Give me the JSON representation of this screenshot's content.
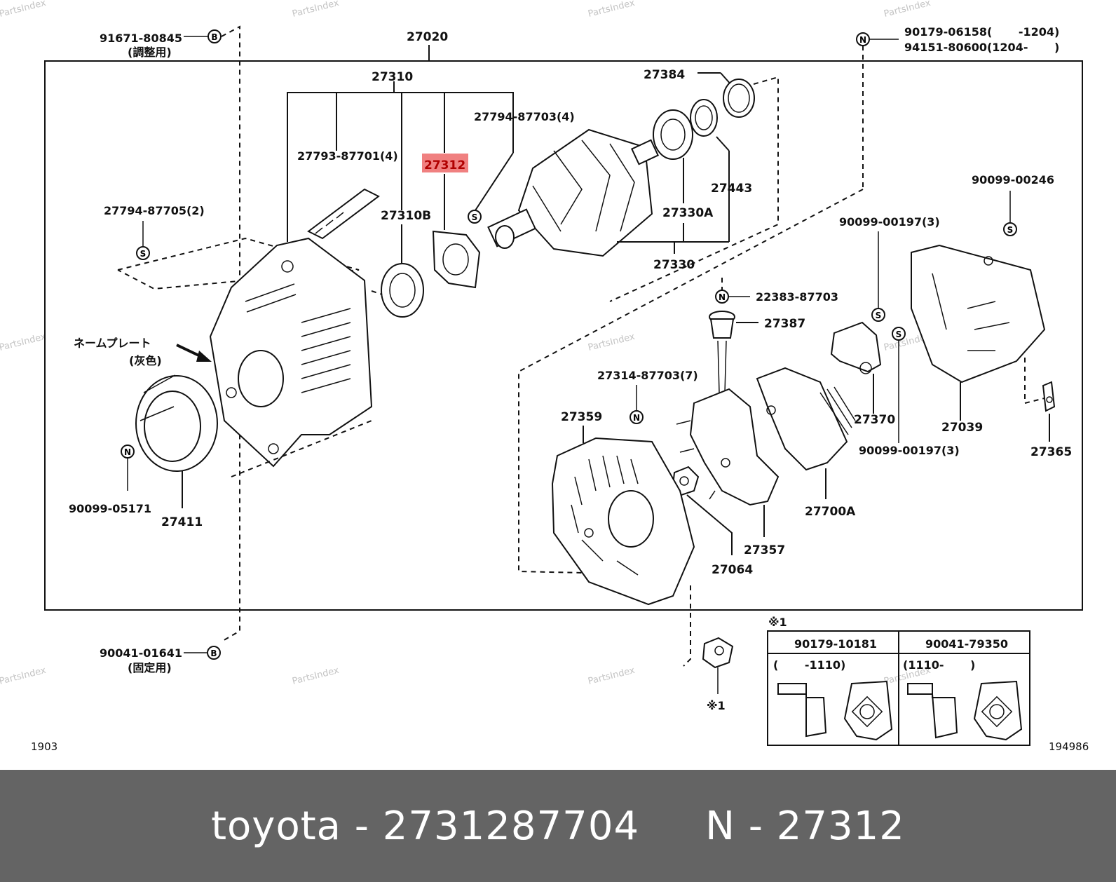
{
  "diagram": {
    "labels": {
      "p_91671": "91671-80845",
      "p_91671_note": "(調整用)",
      "p_27020": "27020",
      "p_27310": "27310",
      "p_27384": "27384",
      "p_90179a": "90179-06158(　　 -1204)",
      "p_94151": "94151-80600(1204-　　 )",
      "p_27794_87703": "27794-87703(4)",
      "p_27793": "27793-87701(4)",
      "p_27312": "27312",
      "p_27443": "27443",
      "p_90099_00246": "90099-00246",
      "p_27794_87705": "27794-87705(2)",
      "p_27310B": "27310B",
      "p_27330A": "27330A",
      "p_90099_00197a": "90099-00197(3)",
      "p_27330": "27330",
      "p_22383": "22383-87703",
      "p_27387": "27387",
      "p_nameplate": "ネームプレート",
      "p_nameplate_note": "(灰色)",
      "p_27314": "27314-87703(7)",
      "p_27359": "27359",
      "p_27370": "27370",
      "p_27039": "27039",
      "p_90099_00197b": "90099-00197(3)",
      "p_27365": "27365",
      "p_90099_05171": "90099-05171",
      "p_27411": "27411",
      "p_27700A": "27700A",
      "p_27357": "27357",
      "p_27064": "27064",
      "p_note_mark": "※1",
      "p_90041_01641": "90041-01641",
      "p_90041_note": "(固定用)",
      "p_note_mark2": "※1",
      "p_code_left": "1903",
      "p_code_right": "194986"
    },
    "symbols": {
      "B": "B",
      "S": "S",
      "N": "N"
    },
    "inset_table": {
      "mark": "※1",
      "col1_part": "90179-10181",
      "col1_range": "(　　 -1110)",
      "col2_part": "90041-79350",
      "col2_range": "(1110-　　 )"
    },
    "highlight_color": "#f08080",
    "watermark": "PartsIndex"
  },
  "footer": {
    "text": "toyota - 2731287704     N - 27312",
    "background": "#646464"
  }
}
